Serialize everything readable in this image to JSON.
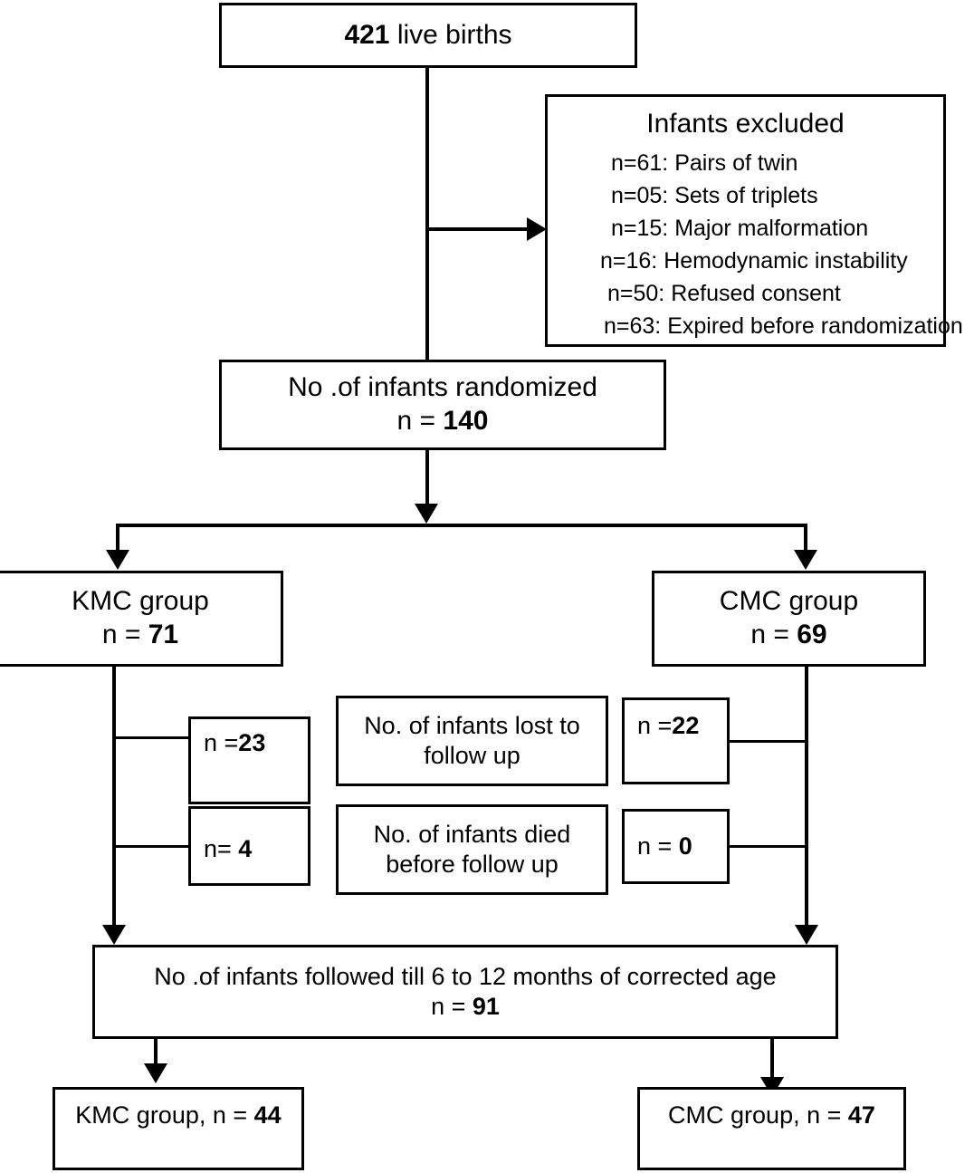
{
  "diagram": {
    "title": "CONSORT participant flow diagram",
    "stroke_color": "#000000",
    "background_color": "#ffffff"
  },
  "nodes": {
    "live_births": {
      "number": "421",
      "label": " live births"
    },
    "excluded": {
      "title": "Infants excluded",
      "reasons": [
        "n=61: Pairs of twin",
        "n=05: Sets of triplets",
        "n=15: Major malformation",
        "n=16: Hemodynamic instability",
        "n=50: Refused consent",
        "n=63: Expired before randomization"
      ]
    },
    "randomized": {
      "label": "No .of infants randomized",
      "n_prefix": "n = ",
      "n_value": "140"
    },
    "kmc_group": {
      "label": "KMC group",
      "n_prefix": "n = ",
      "n_value": "71"
    },
    "cmc_group": {
      "label": "CMC group",
      "n_prefix": "n = ",
      "n_value": "69"
    },
    "lost_to_follow_up": {
      "label_line1": "No. of infants lost to",
      "label_line2": "follow up",
      "kmc_prefix": "n =",
      "kmc_value": "23",
      "cmc_prefix": "n =",
      "cmc_value": "22"
    },
    "died_before_follow_up": {
      "label_line1": "No. of infants died",
      "label_line2": "before follow up",
      "kmc_prefix": "n= ",
      "kmc_value": "4",
      "cmc_prefix": "n = ",
      "cmc_value": "0"
    },
    "followed": {
      "label": "No .of infants followed till 6 to 12 months of corrected age",
      "n_prefix": "n = ",
      "n_value": "91"
    },
    "kmc_final": {
      "label": "KMC group, n = ",
      "n_value": "44"
    },
    "cmc_final": {
      "label": "CMC group, n = ",
      "n_value": "47"
    }
  }
}
